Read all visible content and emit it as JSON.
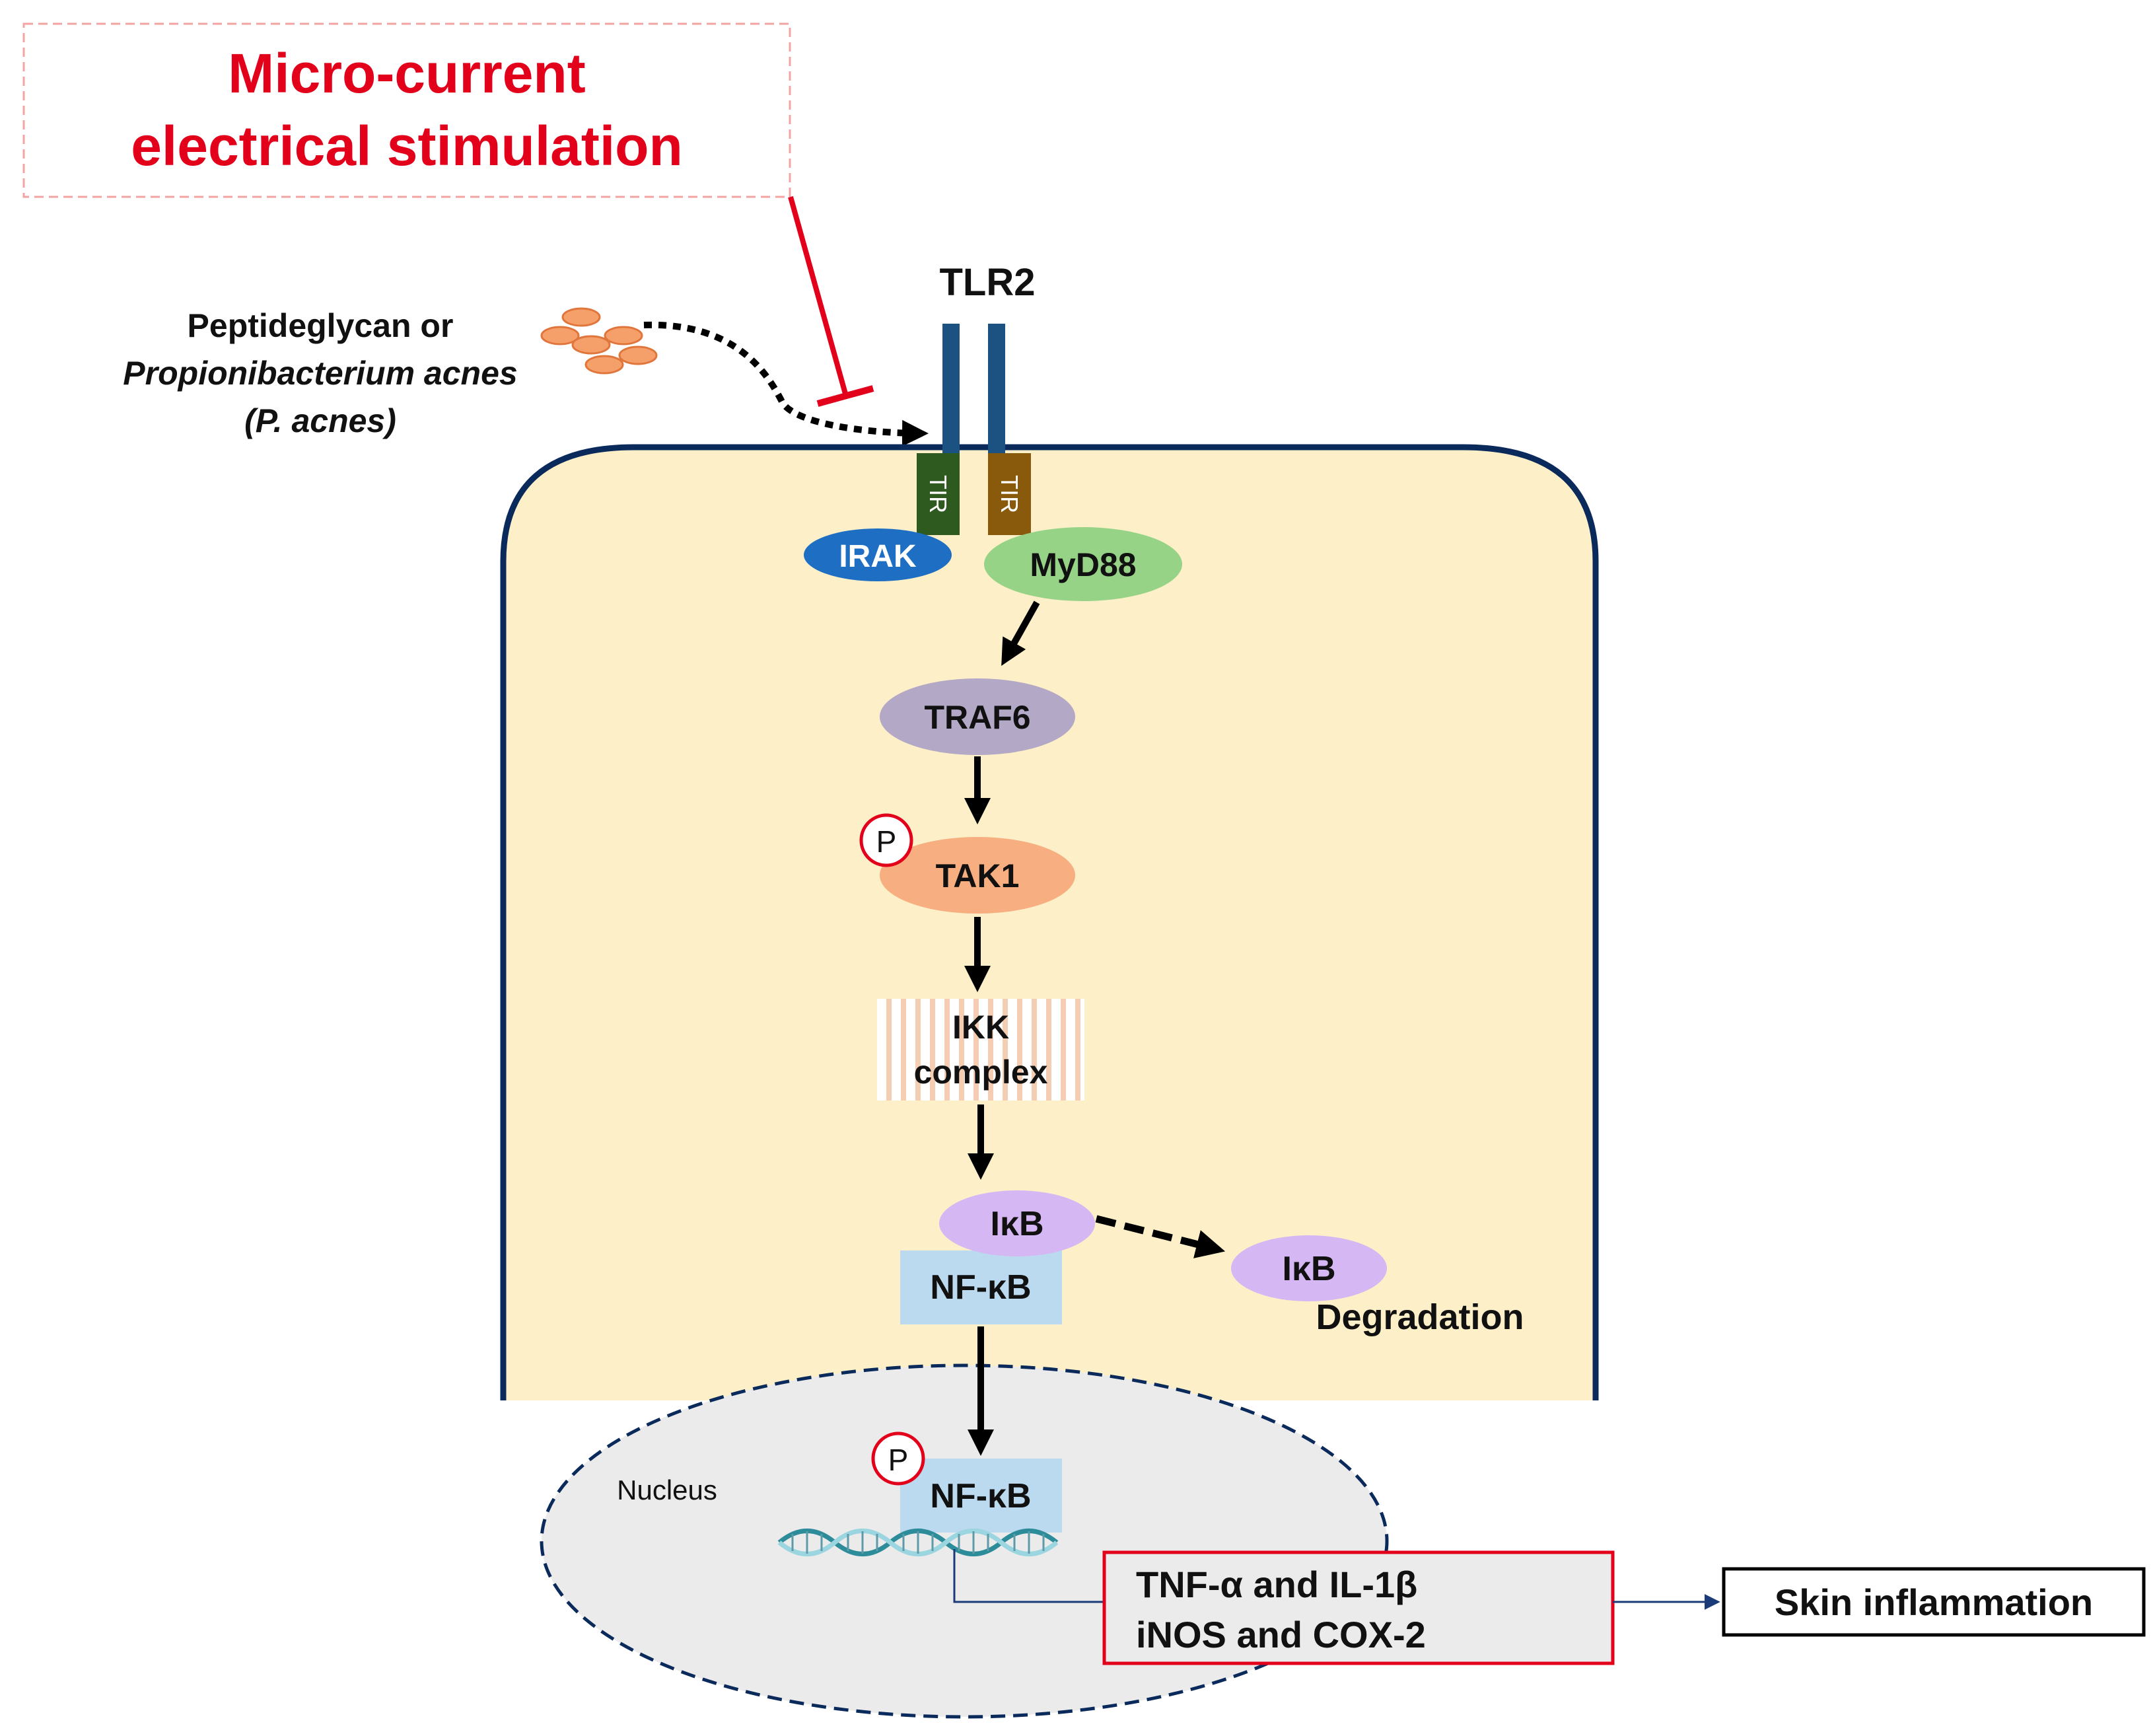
{
  "stimulus": {
    "line1": "Micro-current",
    "line2": "electrical  stimulation"
  },
  "ligand": {
    "line1": "Peptideglycan  or",
    "line2": "Propionibacterium acnes",
    "line3": "(P. acnes)"
  },
  "receptor": {
    "name": "TLR2",
    "domain_left": "TIR",
    "domain_right": "TIR"
  },
  "nodes": {
    "irak": "IRAK",
    "myd88": "MyD88",
    "traf6": "TRAF6",
    "tak1": "TAK1",
    "ikk_line1": "IKK",
    "ikk_line2": "complex",
    "ikb": "IκB",
    "nfkb": "NF-κB",
    "ikb_degraded": "IκB",
    "degradation": "Degradation",
    "phospho": "P",
    "nucleus": "Nucleus",
    "nfkb_nuclear": "NF-κB"
  },
  "genes": {
    "line1": "TNF-α and IL-1β",
    "line2": "iNOS and COX-2"
  },
  "outcome": "Skin inflammation",
  "colors": {
    "stimulus_red": "#e3001b",
    "cytoplasm": "#fdf0c8",
    "membrane": "#0b2a5c",
    "tlr2": "#1b5282",
    "tir_left": "#2e5a1f",
    "tir_right": "#8a5a0c",
    "irak": "#1e6fc4",
    "myd88": "#96d386",
    "traf6": "#b3a9c6",
    "tak1": "#f7ae80",
    "ikb": "#d5b7f3",
    "nfkb": "#bbd9ef",
    "nucleus": "#ebebeb",
    "bacteria": "#f5a06b"
  }
}
